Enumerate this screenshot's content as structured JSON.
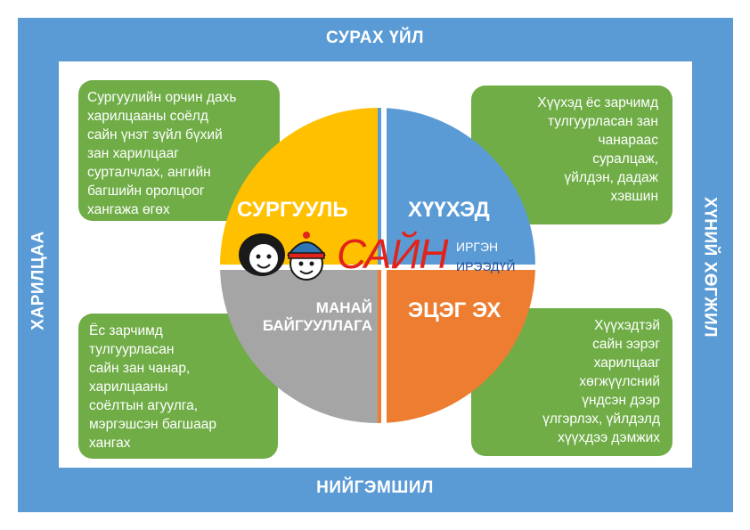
{
  "frame_labels": {
    "top": "СУРАХ ҮЙЛ",
    "bottom": "НИЙГЭМШИЛ",
    "left": "ХАРИЛЦАА",
    "right": "ХҮНИЙ ХӨГЖИЛ"
  },
  "quadrants": {
    "school": "СУРГУУЛЬ",
    "child": "ХҮҮХЭД",
    "org_line1": "МАНАЙ",
    "org_line2": "БАЙГУУЛЛАГА",
    "parent": "ЭЦЭГ ЭХ"
  },
  "logo": {
    "word": "САЙН",
    "sub1": "ИРГЭН",
    "sub2": "ИРЭЭДҮЙ"
  },
  "boxes": {
    "top_left": [
      "Сургуулийн орчин дахь",
      "харилцааны соёлд",
      "сайн үнэт зүйл бүхий",
      "зан харилцааг",
      "сурталчлах, ангийн",
      "багшийн оролцоог",
      "хангажа өгөх"
    ],
    "top_right": [
      "Хүүхэд ёс зарчимд",
      "тулгуурласан зан",
      "чанараас",
      "суралцаж,",
      "үйлдэн, дадаж",
      "хэвшин"
    ],
    "bottom_left": [
      "Ёс зарчимд",
      "тулгуурласан",
      "сайн зан чанар,",
      "харилцааны",
      "соёлтын агуулга,",
      "мэргэшсэн багшаар",
      "хангах"
    ],
    "bottom_right": [
      "Хүүхэдтэй",
      "сайн ээрэг",
      "харилцааг",
      "хөгжүүлсний",
      "үндсэн дээр",
      "үлгэрлэх, үйлдэлд",
      "хүүхдээ дэмжих"
    ]
  },
  "colors": {
    "frame": "#5b9bd5",
    "school": "#ffc000",
    "child": "#5b9bd5",
    "org": "#a5a5a5",
    "parent": "#ed7d31",
    "box": "#70ad47",
    "logo_red": "#e2231a",
    "logo_blue": "#1f4e9b"
  }
}
